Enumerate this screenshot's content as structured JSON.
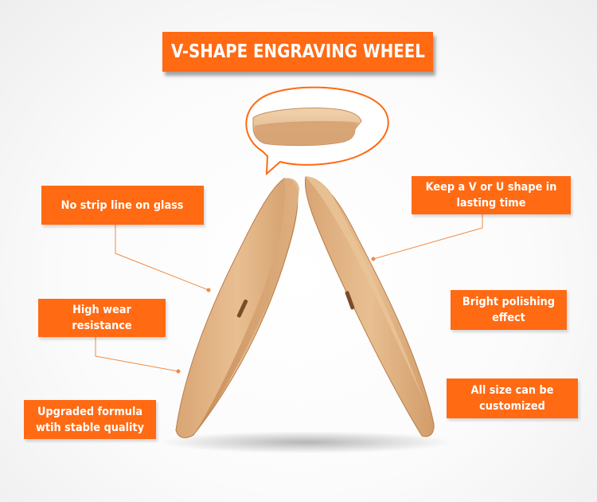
{
  "title": "V-SHAPE ENGRAVING WHEEL",
  "features": {
    "no_strip_line": "No strip line on glass",
    "high_wear": "High wear resistance",
    "upgraded_formula": [
      "Upgraded formula",
      "wtih stable quality"
    ],
    "keep_shape": [
      "Keep a V or U shape",
      "in lasting time"
    ],
    "bright_polishing": [
      "Bright polishing",
      "effect"
    ],
    "all_size": [
      "All size can",
      "be customized"
    ]
  },
  "colors": {
    "accent": "#ff6a13",
    "wood_light": "#e2b687",
    "wood_dark": "#c48c5a",
    "callout_line": "#f08a45"
  }
}
